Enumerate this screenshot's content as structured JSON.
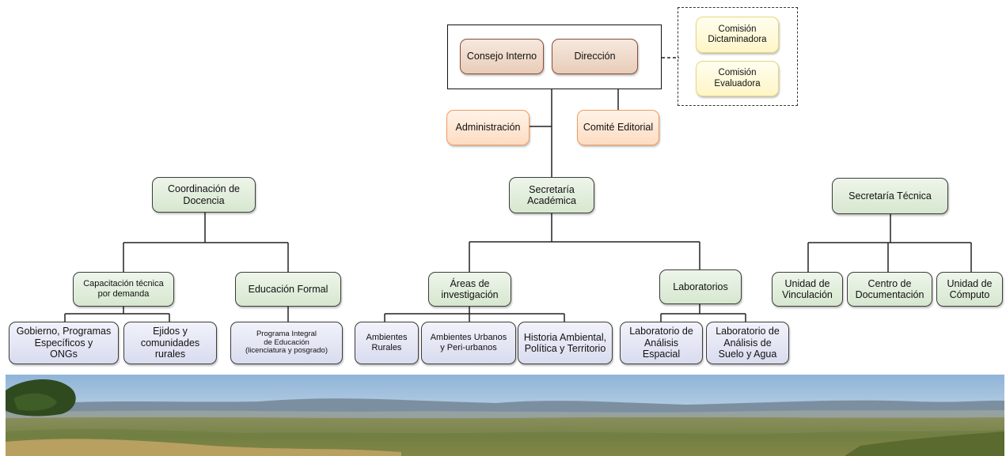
{
  "nodes": {
    "consejo": "Consejo Interno",
    "direccion": "Dirección",
    "com_dictaminadora": "Comisión\nDictaminadora",
    "com_evaluadora": "Comisión\nEvaluadora",
    "administracion": "Administración",
    "comite_editorial": "Comité Editorial",
    "coord_docencia": "Coordinación de\nDocencia",
    "sec_academica": "Secretaría\nAcadémica",
    "sec_tecnica": "Secretaría Técnica",
    "capacitacion": "Capacitación técnica\npor demanda",
    "educacion_formal": "Educación Formal",
    "areas_investigacion": "Áreas de\ninvestigación",
    "laboratorios": "Laboratorios",
    "unidad_vinculacion": "Unidad de\nVinculación",
    "centro_documentacion": "Centro de\nDocumentación",
    "unidad_computo": "Unidad de\nCómputo",
    "gobierno": "Gobierno, Programas\nEspecíficos y\nONGs",
    "ejidos": "Ejidos y\ncomunidades\nrurales",
    "programa_integral": "Programa Integral\nde Educación\n(licenciatura y posgrado)",
    "ambientes_rurales": "Ambientes\nRurales",
    "ambientes_urbanos": "Ambientes Urbanos\ny Peri-urbanos",
    "historia_ambiental": "Historia Ambiental,\nPolítica y Territorio",
    "lab_espacial": "Laboratorio de\nAnálisis\nEspacial",
    "lab_suelo": "Laboratorio de\nAnálisis de\nSuelo y Agua"
  },
  "colors": {
    "green": "#d6e7cf",
    "blue": "#d9dcef",
    "tan": "#e8cdb8",
    "orange": "#fddcc2",
    "yellow": "#fff5c6"
  }
}
